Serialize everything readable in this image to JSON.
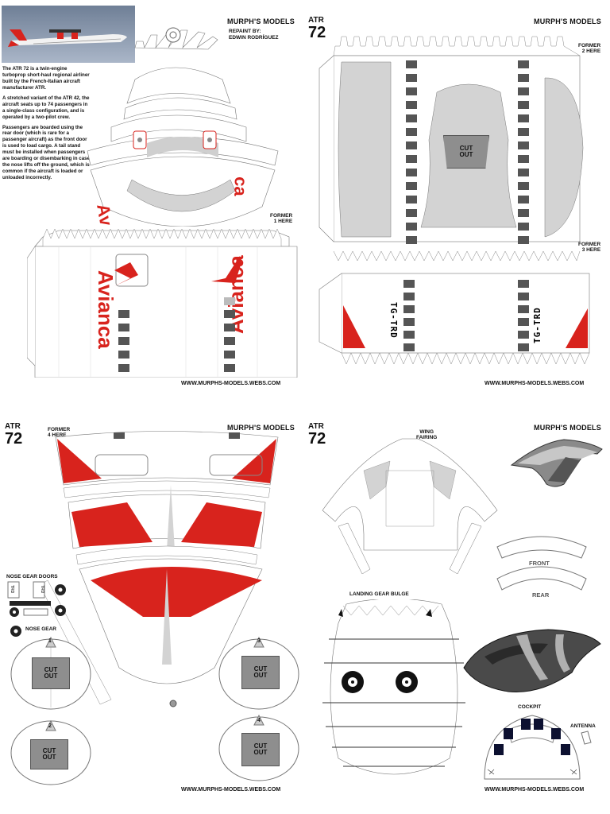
{
  "brand": "MURPH'S MODELS",
  "website": "WWW.MURPHS-MODELS.WEBS.COM",
  "model": {
    "prefix": "ATR",
    "number": "72"
  },
  "repaint": {
    "label": "REPAINT BY:",
    "author": "EDWIN RODRÍGUEZ"
  },
  "intro": [
    "The ATR 72 is a twin-engine turboprop short-haul regional airliner built by the French-Italian aircraft manufacturer ATR.",
    "A stretched variant of the ATR 42, the aircraft seats up to 74 passengers in a single-class configuration, and is operated by a two-pilot crew.",
    "Passengers are boarded using the rear door (which is rare for a passenger aircraft) as the front door is used to load cargo. A tail stand must be installed when passengers are boarding or disembarking in case the nose lifts off the ground, which is common if the aircraft is loaded or unloaded incorrectly."
  ],
  "livery": {
    "airline": "Avianca",
    "short": "Av",
    "tail": "ca",
    "registration": "TG-TRD",
    "gear_reg": "TRD",
    "color": "#d8231d"
  },
  "labels": {
    "former1": [
      "FORMER",
      "1 HERE"
    ],
    "former2": [
      "FORMER",
      "2 HERE"
    ],
    "former3": [
      "FORMER",
      "3 HERE"
    ],
    "former4": [
      "FORMER",
      "4 HERE"
    ],
    "cut_out": [
      "CUT",
      "OUT"
    ],
    "nose_gear_doors": "NOSE GEAR DOORS",
    "nose_gear": "NOSE GEAR",
    "wing_fairing": [
      "WING",
      "FAIRING"
    ],
    "front": "FRONT",
    "rear": "REAR",
    "landing_gear_bulge": "LANDING GEAR BULGE",
    "cockpit": "COCKPIT",
    "antenna": "ANTENNA"
  },
  "former_numbers": [
    "1",
    "2",
    "3",
    "4"
  ],
  "colors": {
    "red": "#d8231d",
    "grey": "#c8c8c8",
    "dark": "#555555",
    "cockpit_window": "#0c1030"
  }
}
